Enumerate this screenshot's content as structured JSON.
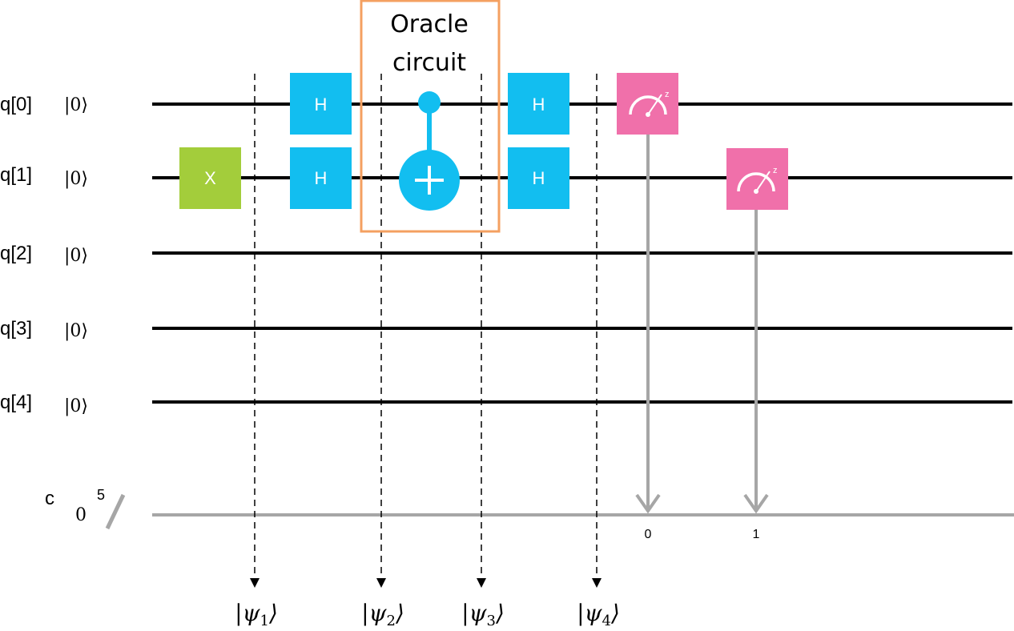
{
  "qubits": [
    {
      "label": "q[0]",
      "init": "|0⟩"
    },
    {
      "label": "q[1]",
      "init": "|0⟩"
    },
    {
      "label": "q[2]",
      "init": "|0⟩"
    },
    {
      "label": "q[3]",
      "init": "|0⟩"
    },
    {
      "label": "q[4]",
      "init": "|0⟩"
    }
  ],
  "classical": {
    "label": "c",
    "init": "0",
    "width": "5"
  },
  "gates": {
    "x_q1": "X",
    "h1_q0": "H",
    "h1_q1": "H",
    "h2_q0": "H",
    "h2_q1": "H"
  },
  "measure_bits": [
    "0",
    "1"
  ],
  "oracle": {
    "line1": "Oracle",
    "line2": "circuit"
  },
  "states": [
    {
      "base": "|ψ",
      "sub": "1",
      "close": "⟩"
    },
    {
      "base": "|ψ",
      "sub": "2",
      "close": "⟩"
    },
    {
      "base": "|ψ",
      "sub": "3",
      "close": "⟩"
    },
    {
      "base": "|ψ",
      "sub": "4",
      "close": "⟩"
    }
  ],
  "colors": {
    "wire": "#000000",
    "classical_wire": "#a6a6a6",
    "x_gate": "#a3cd3b",
    "h_gate": "#12bef0",
    "cnot": "#12bef0",
    "measure": "#f070aa",
    "oracle_box": "#f4a061"
  },
  "icons": {
    "measure": "meter-icon"
  }
}
